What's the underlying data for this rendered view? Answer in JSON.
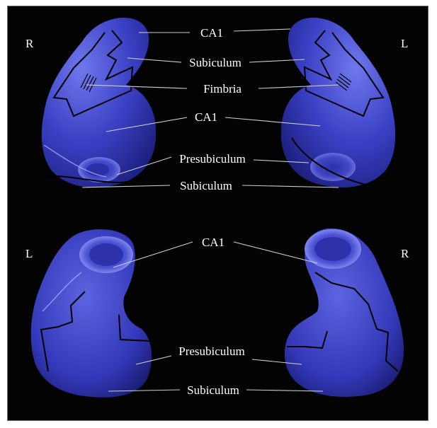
{
  "figure": {
    "top_panel": {
      "side_left": "R",
      "side_right": "L",
      "labels": {
        "ca1_top": "CA1",
        "subiculum_upper": "Subiculum",
        "fimbria": "Fimbria",
        "ca1_middle": "CA1",
        "presubiculum": "Presubiculum",
        "subiculum_lower": "Subiculum"
      }
    },
    "bottom_panel": {
      "side_left": "L",
      "side_right": "R",
      "labels": {
        "ca1": "CA1",
        "presubiculum": "Presubiculum",
        "subiculum": "Subiculum"
      }
    },
    "colors": {
      "background": "#030303",
      "tissue": "#3a40c4",
      "tissue_highlight": "#7d86f0",
      "tissue_shadow": "#1b1f78",
      "border_line": "#000000",
      "pointer_line": "#d0d0d0",
      "text": "#ffffff"
    }
  }
}
